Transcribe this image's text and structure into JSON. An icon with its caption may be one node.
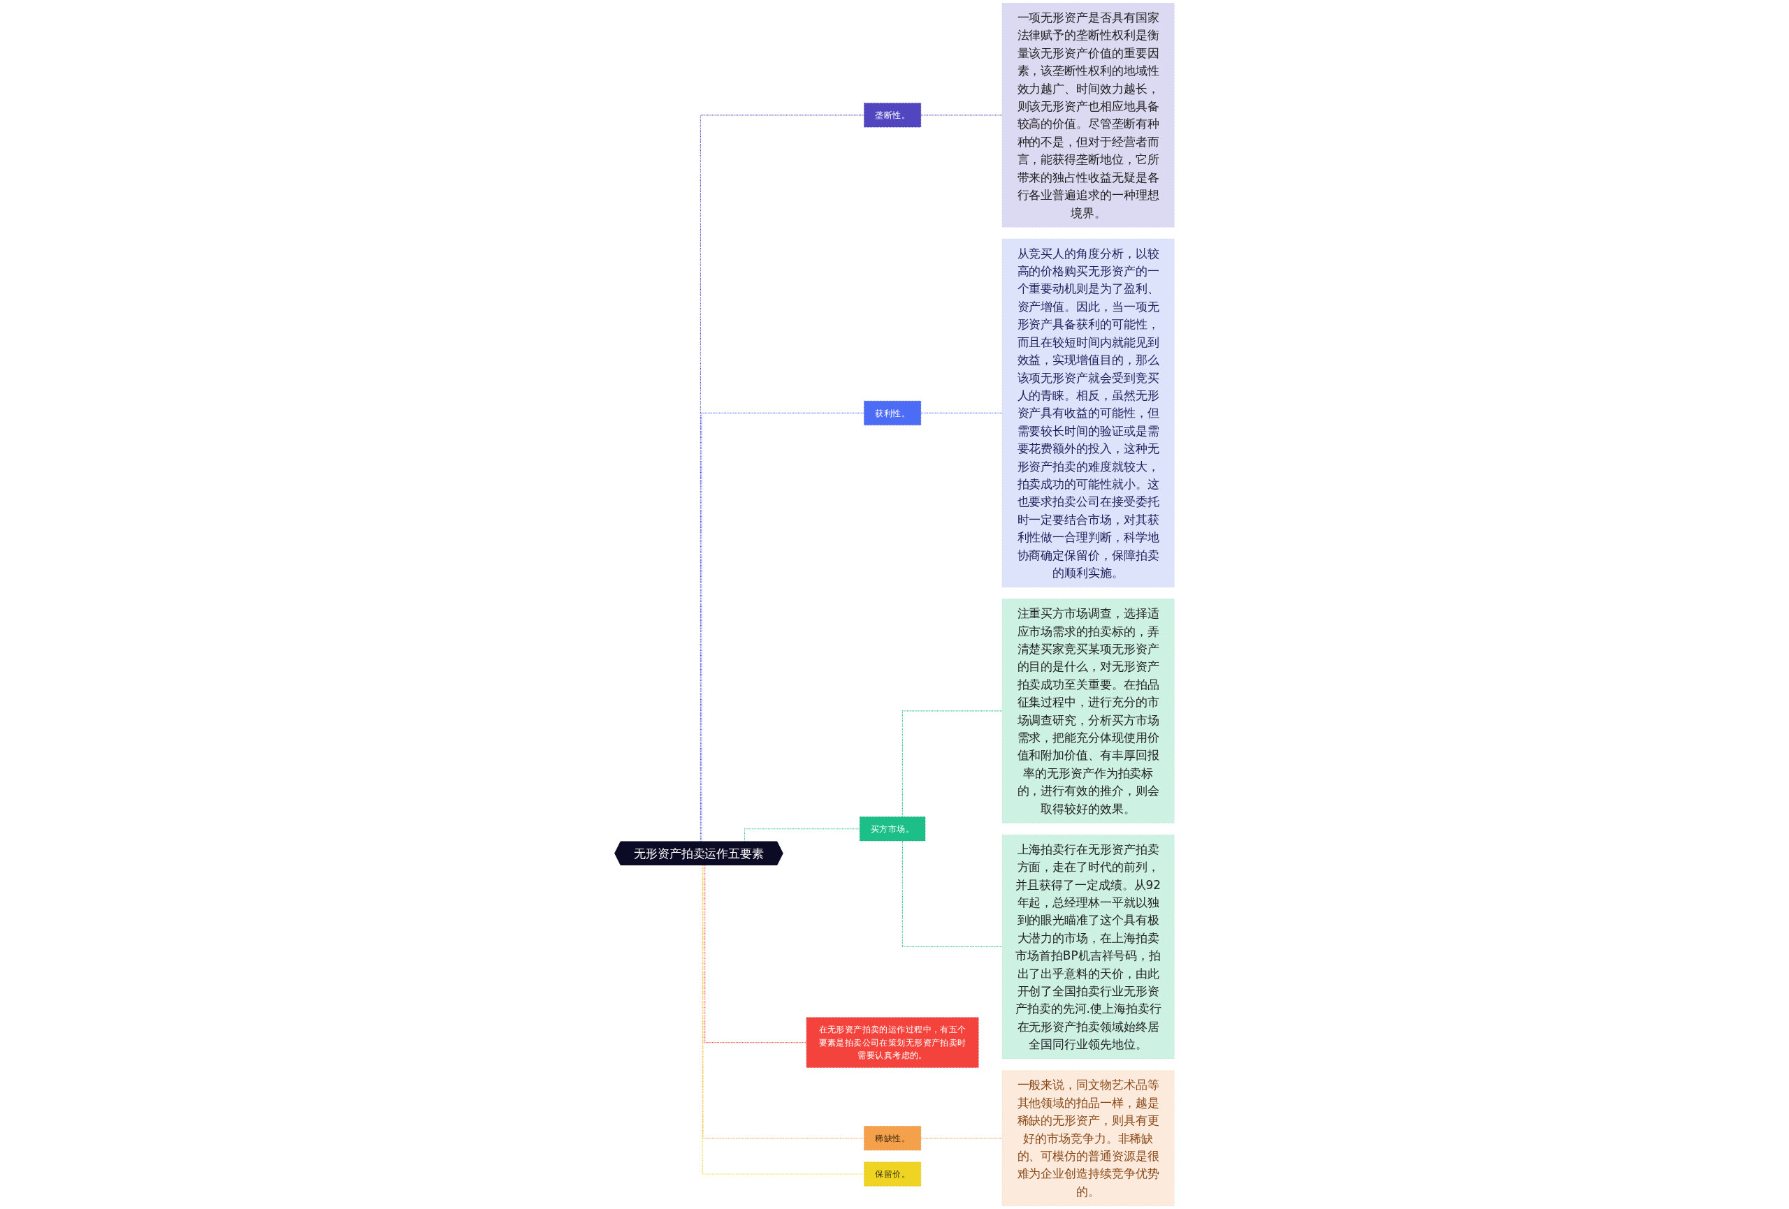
{
  "diagram": {
    "nodes": [
      {
        "text": [
          "无形资产拍卖运作五要素"
        ]
      },
      {
        "text": [
          "垄断性。"
        ]
      },
      {
        "text": [
          "一项无形资产是否具有国家法律赋予的垄断性权利是衡量该无形资产价值的重要因素，该垄断性权利的地域性效力越广、时间效力越长，则该无形资产也相应地具备较高的价值。尽管垄断有种种的不是，但对于经营者而言，能获得垄断地位，它所带来的独占性收益无疑是各行各业普遍追求的一种理想境界。"
        ]
      },
      {
        "text": [
          "获利性。"
        ]
      },
      {
        "text": [
          "从竞买人的角度分析，以较高的价格购买无形资产的一个重要动机则是为了盈利、资产增值。因此，当一项无形资产具备获利的可能性，而且在较短时间内就能见到效益，实现增值目的，那么该项无形资产就会受到竞买人的青睐。相反，虽然无形资产具有收益的可能性，但需要较长时间的验证或是需要花费额外的投入，这种无形资产拍卖的难度就较大，拍卖成功的可能性就小。这也要求拍卖公司在接受委托时一定要结合市场，对其获利性做一合理判断，科学地协商确定保留价，保障拍卖的顺利实施。"
        ]
      },
      {
        "text": [
          "买方市场。"
        ]
      },
      {
        "text": [
          "注重买方市场调查，选择适应市场需求的拍卖标的，弄清楚买家竞买某项无形资产的目的是什么，对无形资产拍卖成功至关重要。在拍品征集过程中，进行充分的市场调查研究，分析买方市场需求，把能充分体现使用价值和附加价值、有丰厚回报率的无形资产作为拍卖标的，进行有效的推介，则会取得较好的效果。"
        ]
      },
      {
        "text": [
          "上海拍卖行在无形资产拍卖方面，走在了时代的前列，并且获得了一定成绩。从92年起，总经理林一平就以独到的眼光瞄准了这个具有极大潜力的市场，在上海拍卖市场首拍BP机吉祥号码，拍出了出乎意料的天价，由此开创了全国拍卖行业无形资产拍卖的先河.使上海拍卖行在无形资产拍卖领域始终居全国同行业领先地位。"
        ]
      },
      {
        "text": [
          "在无形资产拍卖的运作过程中，有五个要素是拍卖公司在策划无形资产拍卖时需要认真考虑的。"
        ]
      },
      {
        "text": [
          "稀缺性。"
        ]
      },
      {
        "text": [
          "一般来说，同文物艺术品等其他领域的拍品一样，越是稀缺的无形资产，则具有更好的市场竞争力。非稀缺的、可模仿的普通资源是很难为企业创造持续竞争优势的。"
        ]
      },
      {
        "text": [
          "保留价。"
        ]
      }
    ],
    "edges": [
      {
        "from": 0,
        "to": 1,
        "arrow": "none",
        "style": "dashed",
        "color": "#4b45c0"
      },
      {
        "from": 1,
        "to": 2,
        "arrow": "none",
        "style": "dashed",
        "color": "#4b45c0"
      },
      {
        "from": 0,
        "to": 3,
        "arrow": "none",
        "style": "dashed",
        "color": "#4a6cf7"
      },
      {
        "from": 3,
        "to": 4,
        "arrow": "none",
        "style": "dashed",
        "color": "#4a6cf7"
      },
      {
        "from": 0,
        "to": 5,
        "arrow": "none",
        "style": "dashed",
        "color": "#17b884"
      },
      {
        "from": 5,
        "to": 6,
        "arrow": "none",
        "style": "dashed",
        "color": "#17b884"
      },
      {
        "from": 5,
        "to": 7,
        "arrow": "none",
        "style": "dashed",
        "color": "#17b884"
      },
      {
        "from": 0,
        "to": 8,
        "arrow": "none",
        "style": "dashed",
        "color": "#f4433c"
      },
      {
        "from": 0,
        "to": 9,
        "arrow": "none",
        "style": "dashed",
        "color": "#f5a04a"
      },
      {
        "from": 9,
        "to": 10,
        "arrow": "none",
        "style": "dashed",
        "color": "#f5a04a"
      },
      {
        "from": 0,
        "to": 11,
        "arrow": "none",
        "style": "dashed",
        "color": "#f0d020"
      }
    ]
  }
}
